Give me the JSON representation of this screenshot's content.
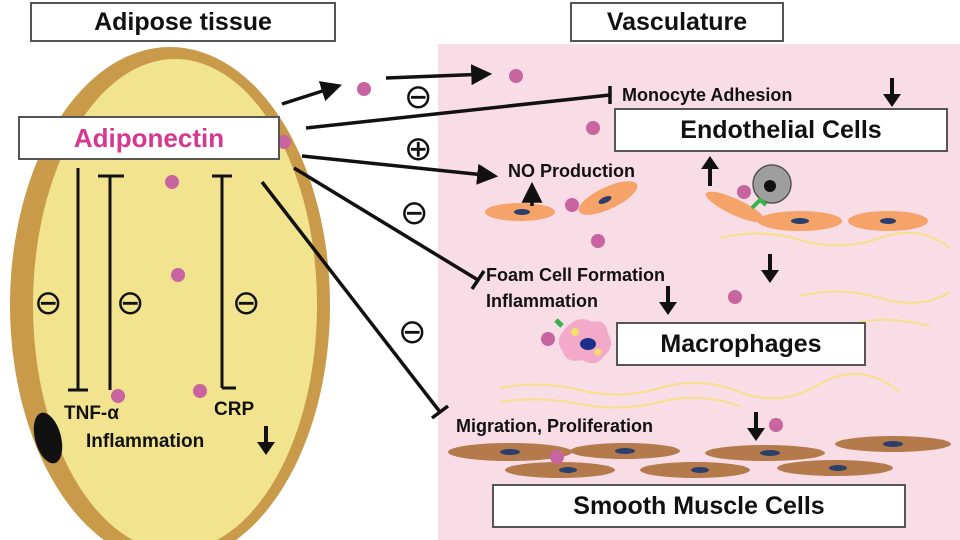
{
  "titles": {
    "adipose": "Adipose tissue",
    "vasculature": "Vasculature"
  },
  "adiponectin": {
    "label": "Adiponectin",
    "color": "#d6388f"
  },
  "adipose_effects": {
    "tnf": "TNF-α",
    "crp": "CRP",
    "inflammation": "Inflammation"
  },
  "vascular_effects": {
    "monocyte_adhesion": "Monocyte Adhesion",
    "no_production": "NO Production",
    "foam_cell": "Foam Cell Formation",
    "inflammation": "Inflammation",
    "migration": "Migration, Proliferation"
  },
  "cell_types": {
    "endothelial": "Endothelial Cells",
    "macrophages": "Macrophages",
    "smooth_muscle": "Smooth Muscle Cells"
  },
  "signs": {
    "minus": "⊖",
    "plus": "⊕"
  },
  "colors": {
    "vasculature_bg": "#f9dde6",
    "adipose_fill": "#f2e48e",
    "adipose_rim": "#c89a4a",
    "particle": "#c8649f",
    "endothelial": "#f6a36a",
    "smooth_muscle": "#b57a4c",
    "nucleus": "#2a3f6b",
    "fiber": "#f4e08a"
  }
}
